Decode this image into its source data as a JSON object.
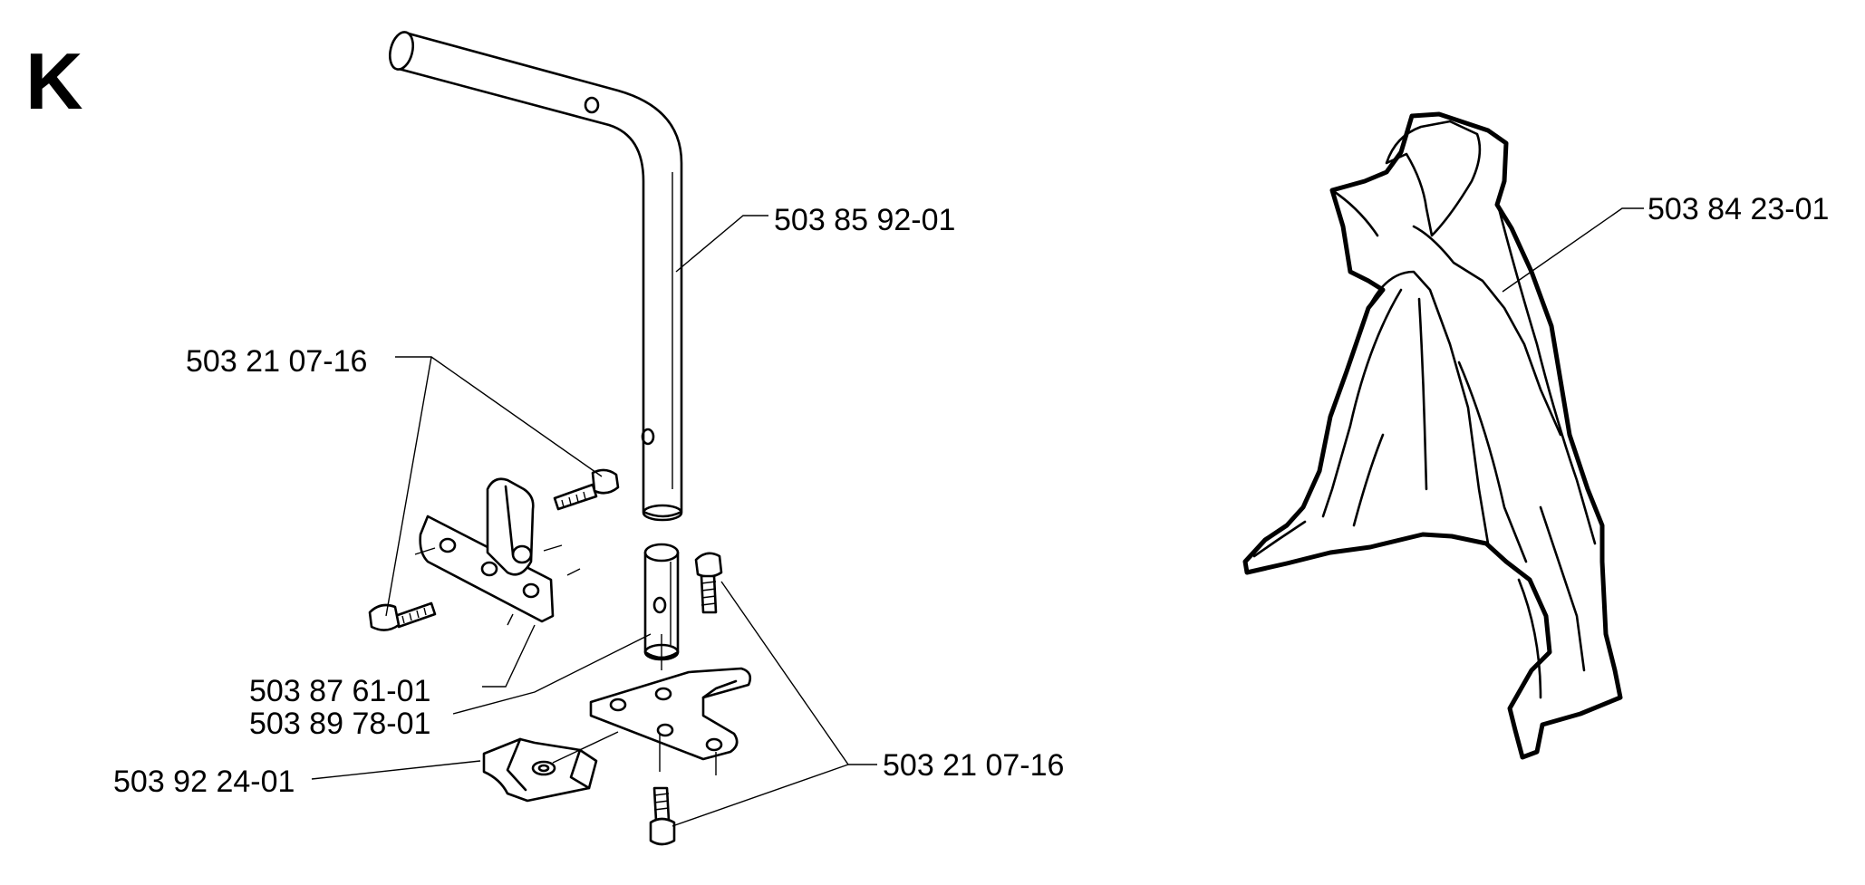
{
  "section_letter": "K",
  "labels": {
    "tube": "503 85 92-01",
    "screw_top": "503 21 07-16",
    "clamp_plate": "503 87 61-01",
    "pin": "503 89 78-01",
    "clip": "503 92 24-01",
    "screw_bottom": "503 21 07-16",
    "guard": "503 84 23-01"
  }
}
